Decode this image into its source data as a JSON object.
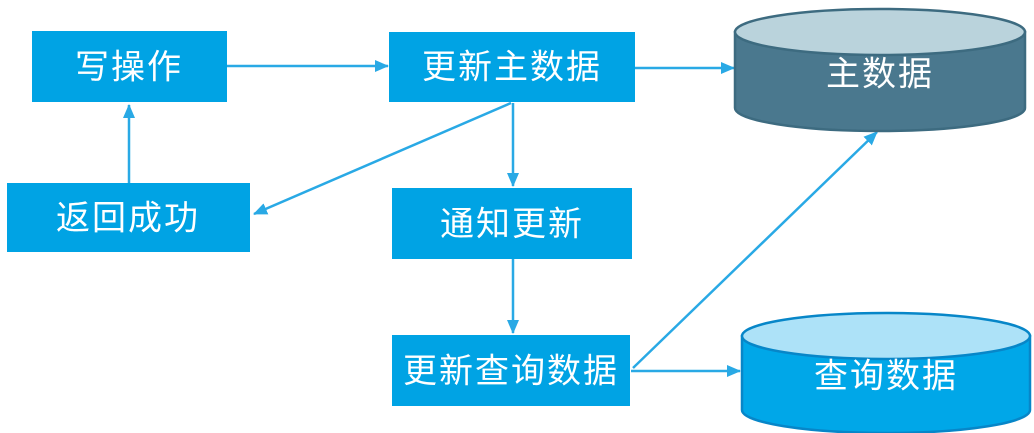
{
  "diagram": {
    "nodes": {
      "write_op": {
        "label": "写操作",
        "type": "process-box"
      },
      "update_master": {
        "label": "更新主数据",
        "type": "process-box"
      },
      "return_success": {
        "label": "返回成功",
        "type": "process-box"
      },
      "notify_update": {
        "label": "通知更新",
        "type": "process-box"
      },
      "update_query": {
        "label": "更新查询数据",
        "type": "process-box"
      },
      "master_data": {
        "label": "主数据",
        "type": "database-cylinder"
      },
      "query_data": {
        "label": "查询数据",
        "type": "database-cylinder"
      }
    },
    "edges": [
      {
        "from": "写操作",
        "to": "更新主数据"
      },
      {
        "from": "更新主数据",
        "to": "主数据"
      },
      {
        "from": "更新主数据",
        "to": "返回成功"
      },
      {
        "from": "更新主数据",
        "to": "通知更新"
      },
      {
        "from": "返回成功",
        "to": "写操作"
      },
      {
        "from": "通知更新",
        "to": "更新查询数据"
      },
      {
        "from": "更新查询数据",
        "to": "主数据"
      },
      {
        "from": "更新查询数据",
        "to": "查询数据"
      }
    ],
    "colors": {
      "background": "#ffffff",
      "box_fill": "#00a3e4",
      "arrow": "#29a9e5",
      "label_text": "#ffffff",
      "master_cylinder_body": "#4a788e",
      "master_cylinder_top": "#bad3dc",
      "master_cylinder_stroke": "#3d6b80",
      "query_cylinder_body": "#00a7e8",
      "query_cylinder_top": "#ade2f8",
      "query_cylinder_stroke": "#0786c8"
    }
  }
}
